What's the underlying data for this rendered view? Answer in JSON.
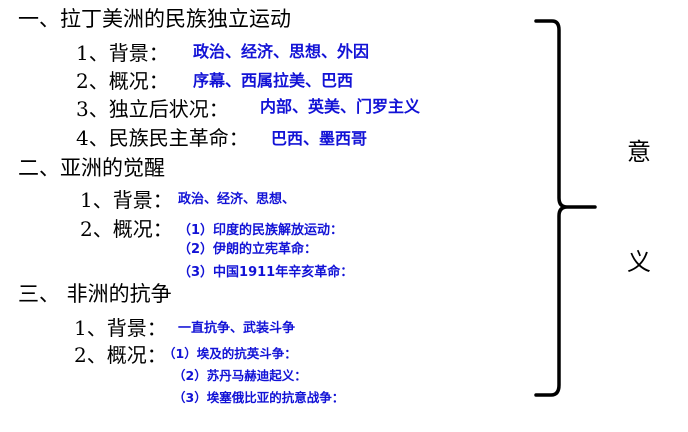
{
  "sections": [
    {
      "title": "一、拉丁美洲的民族独立运动",
      "items": [
        {
          "label": "1、背景：",
          "content": "政治、经济、思想、外因"
        },
        {
          "label": "2、概况：",
          "content": "序幕、西属拉美、巴西"
        },
        {
          "label": "3、独立后状况：",
          "content": "内部、英美、门罗主义"
        },
        {
          "label": "4、民族民主革命：",
          "content": "巴西、墨西哥"
        }
      ]
    },
    {
      "title": "二、亚洲的觉醒",
      "items": [
        {
          "label": "1、背景：",
          "content": "政治、经济、思想、"
        },
        {
          "label": "2、概况：",
          "sub": [
            "（1）印度的民族解放运动：",
            "（2）伊朗的立宪革命：",
            "（3）中国1911年辛亥革命："
          ]
        }
      ]
    },
    {
      "title": "三、 非洲的抗争",
      "items": [
        {
          "label": "1、背景：",
          "content": "一直抗争、武装斗争"
        },
        {
          "label": "2、概况：",
          "sub": [
            "（1）埃及的抗英斗争：",
            "（2）苏丹马赫迪起义：",
            "（3）埃塞俄比亚的抗意战争："
          ]
        }
      ]
    }
  ],
  "significance": {
    "chars": [
      "意",
      "义"
    ]
  },
  "colors": {
    "text": "#000000",
    "highlight": "#1212d6",
    "background": "#ffffff"
  }
}
